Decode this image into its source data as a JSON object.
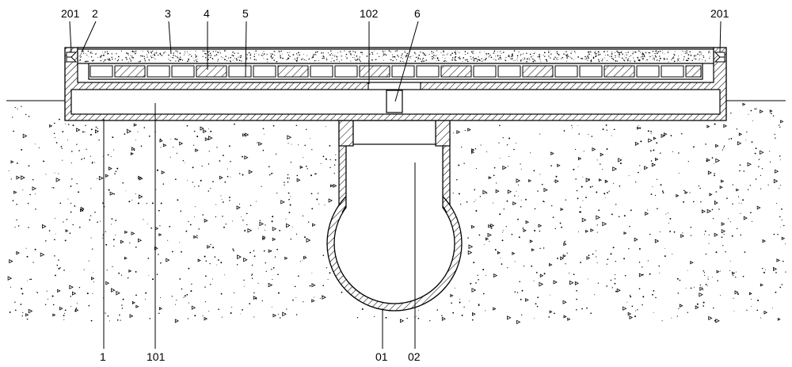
{
  "labels": {
    "l201_left": "201",
    "l2": "2",
    "l3": "3",
    "l4": "4",
    "l5": "5",
    "l102": "102",
    "l6": "6",
    "l201_right": "201",
    "l1": "1",
    "l101": "101",
    "l01": "01",
    "l02": "02"
  }
}
